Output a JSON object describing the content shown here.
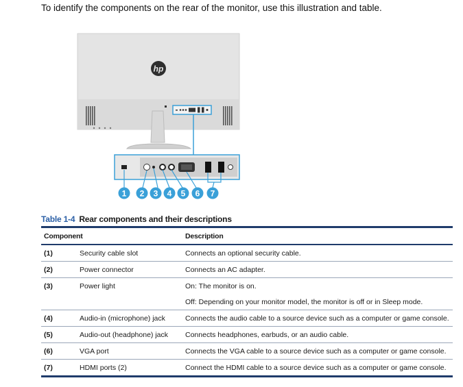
{
  "intro": "To identify the components on the rear of the monitor, use this illustration and table.",
  "illustration": {
    "logo_text": "hp",
    "callouts": [
      "1",
      "2",
      "3",
      "4",
      "5",
      "6",
      "7"
    ],
    "accent_color": "#3aa0d8"
  },
  "table": {
    "caption_number": "Table 1-4",
    "caption_title": "Rear components and their descriptions",
    "headers": {
      "component": "Component",
      "description": "Description"
    },
    "rows": [
      {
        "num": "(1)",
        "component": "Security cable slot",
        "description": "Connects an optional security cable.",
        "sep": true
      },
      {
        "num": "(2)",
        "component": "Power connector",
        "description": "Connects an AC adapter.",
        "sep": true
      },
      {
        "num": "(3)",
        "component": "Power light",
        "description": "On: The monitor is on.",
        "sep": false
      },
      {
        "num": "",
        "component": "",
        "description": "Off: Depending on your monitor model, the monitor is off or in Sleep mode.",
        "sep": true
      },
      {
        "num": "(4)",
        "component": "Audio-in (microphone) jack",
        "description": "Connects the audio cable to a source device such as a computer or game console.",
        "sep": true
      },
      {
        "num": "(5)",
        "component": "Audio-out (headphone) jack",
        "description": "Connects headphones, earbuds, or an audio cable.",
        "sep": true
      },
      {
        "num": "(6)",
        "component": "VGA port",
        "description": "Connects the VGA cable to a source device such as a computer or game console.",
        "sep": true
      },
      {
        "num": "(7)",
        "component": "HDMI ports (2)",
        "description": "Connect the HDMI cable to a source device such as a computer or game console.",
        "sep": false
      }
    ]
  }
}
